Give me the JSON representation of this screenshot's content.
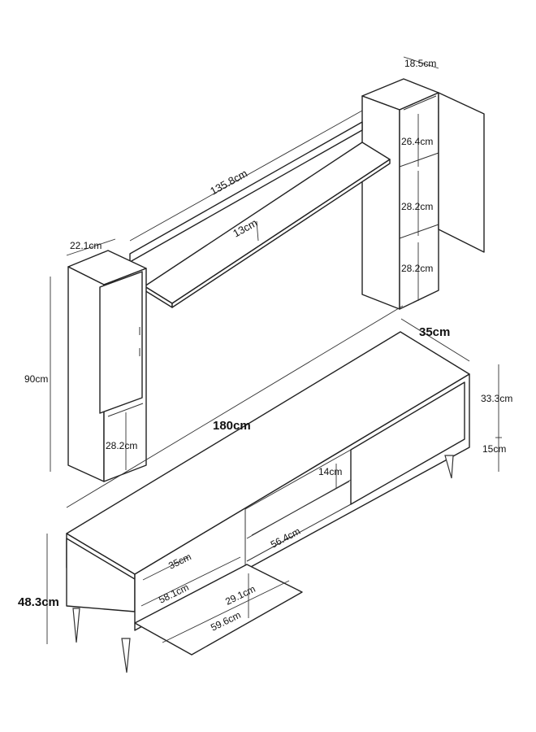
{
  "dimensions": {
    "right_shelf_depth": "18.5cm",
    "right_shelf_compartment_top": "26.4cm",
    "right_shelf_compartment_mid": "28.2cm",
    "right_shelf_compartment_bottom": "28.2cm",
    "wall_shelf_length": "135.8cm",
    "wall_shelf_depth": "13cm",
    "left_cabinet_width": "22.1cm",
    "left_cabinet_height": "90cm",
    "left_cabinet_compartment": "28.2cm",
    "tv_unit_width": "180cm",
    "tv_unit_depth": "35cm",
    "tv_unit_body_height": "33.3cm",
    "tv_unit_leg_height": "15cm",
    "tv_unit_shelf_height": "14cm",
    "tv_unit_middle_width": "56.4cm",
    "tv_unit_total_height": "48.3cm",
    "flap_depth": "35cm",
    "flap_inner_width": "58.1cm",
    "flap_height": "29.1cm",
    "flap_width": "59.6cm"
  }
}
